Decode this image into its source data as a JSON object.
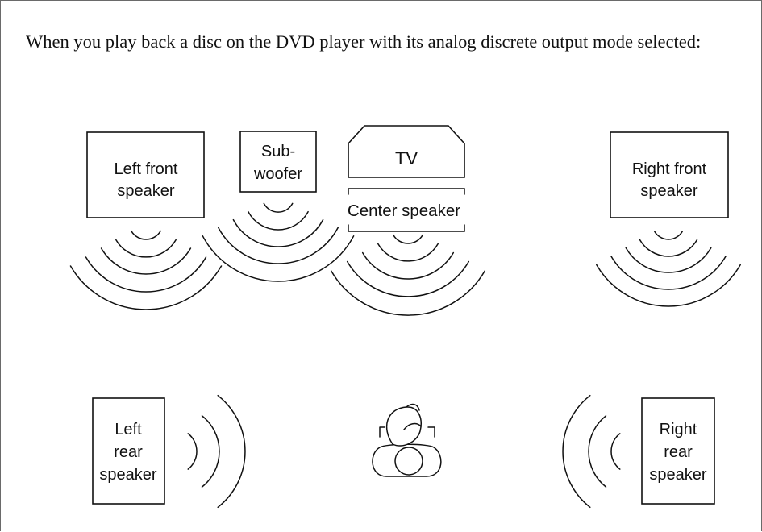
{
  "intro_text": "When you play back a disc on the DVD player with its analog discrete output mode selected:",
  "labels": {
    "left_front": [
      "Left front",
      "speaker"
    ],
    "subwoofer": [
      "Sub-",
      "woofer"
    ],
    "tv": "TV",
    "center": "Center speaker",
    "right_front": [
      "Right front",
      "speaker"
    ],
    "left_rear": [
      "Left",
      "rear",
      "speaker"
    ],
    "right_rear": [
      "Right",
      "rear",
      "speaker"
    ]
  }
}
